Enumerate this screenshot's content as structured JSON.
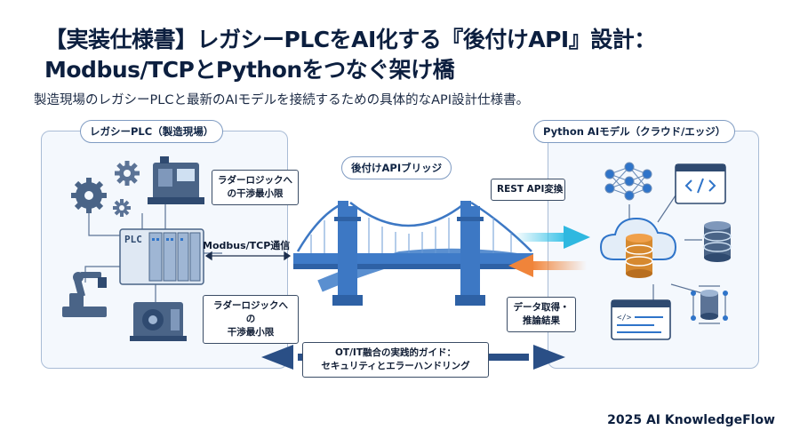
{
  "title_line1": "【実装仕様書】レガシーPLCをAI化する『後付けAPI』設計：",
  "title_line2": "Modbus/TCPとPythonをつなぐ架け橋",
  "subtitle": "製造現場のレガシーPLCと最新のAIモデルを接続するための具体的なAPI設計仕様書。",
  "left_panel_label": "レガシーPLC（製造現場）",
  "right_panel_label": "Python AIモデル（クラウド/エッジ）",
  "bridge_label": "後付けAPIブリッジ",
  "plc_label": "PLC",
  "callout_top_left": "ラダーロジックへ\nの干渉最小限",
  "callout_bottom_left": "ラダーロジックへの\n干渉最小限",
  "modbus_label": "Modbus/TCP通信",
  "callout_rest": "REST API変換",
  "callout_data": "データ取得・\n推論結果",
  "guide_line1": "OT/IT融合の実践的ガイド：",
  "guide_line2": "セキュリティとエラーハンドリング",
  "footer": "2025 AI KnowledgeFlow",
  "colors": {
    "accent_blue": "#2f74c9",
    "dark_navy": "#0c1f3f",
    "cyan": "#3ec4e8",
    "orange": "#f0843a",
    "panel_border": "#a9bcd6"
  },
  "icons": [
    "gear-icon",
    "machine-icon",
    "robot-arm-icon",
    "motor-icon",
    "neural-network-icon",
    "code-window-icon",
    "cloud-icon",
    "database-icon",
    "terminal-icon",
    "bridge-icon"
  ]
}
